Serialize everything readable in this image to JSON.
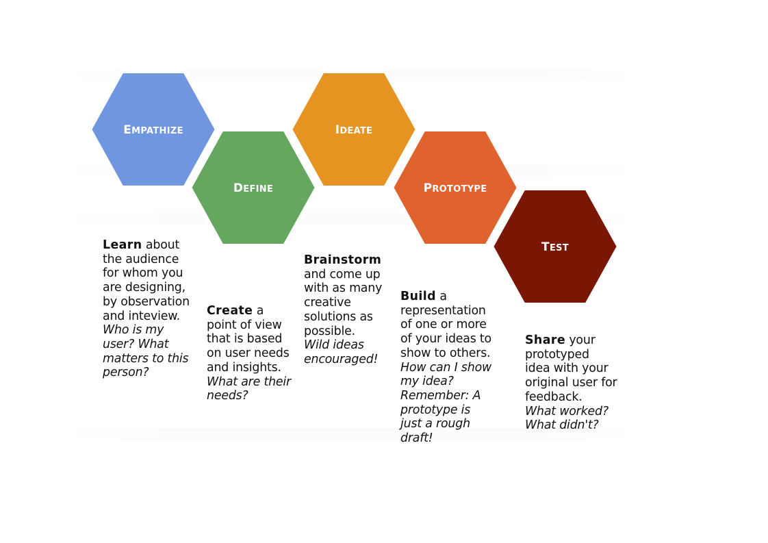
{
  "stages": [
    {
      "id": "empathize",
      "label": "Empathize",
      "color": "#7096df",
      "lead": "Learn",
      "body_lines": [
        "about",
        "the audience",
        "for whom you",
        "are designing,",
        "by observation",
        "and inteview."
      ],
      "question_lines": [
        "Who is my",
        "user? What",
        "matters to this",
        "person?"
      ]
    },
    {
      "id": "define",
      "label": "Define",
      "color": "#65a75e",
      "lead": "Create",
      "body_lines": [
        "a",
        "point of view",
        "that is based",
        "on user needs",
        "and insights."
      ],
      "question_lines": [
        "What are their",
        "needs?"
      ]
    },
    {
      "id": "ideate",
      "label": "Ideate",
      "color": "#e59421",
      "lead": "Brainstorm",
      "body_lines": [
        "",
        "and come up",
        "with as many",
        "creative",
        "solutions as",
        "possible."
      ],
      "question_lines": [
        "Wild ideas",
        "encouraged!"
      ]
    },
    {
      "id": "prototype",
      "label": "Prototype",
      "color": "#e0622e",
      "lead": "Build",
      "body_lines": [
        "a",
        "representation",
        "of one or more",
        "of your ideas to",
        "show to others."
      ],
      "question_lines": [
        "How can I show",
        "my idea?",
        "Remember: A",
        "prototype is",
        "just a rough",
        "draft!"
      ]
    },
    {
      "id": "test",
      "label": "Test",
      "color": "#7a1604",
      "lead": "Share",
      "body_lines": [
        "your",
        "prototyped",
        "idea with your",
        "original user for",
        "feedback."
      ],
      "question_lines": [
        "What worked?",
        "What didn't?"
      ]
    }
  ]
}
